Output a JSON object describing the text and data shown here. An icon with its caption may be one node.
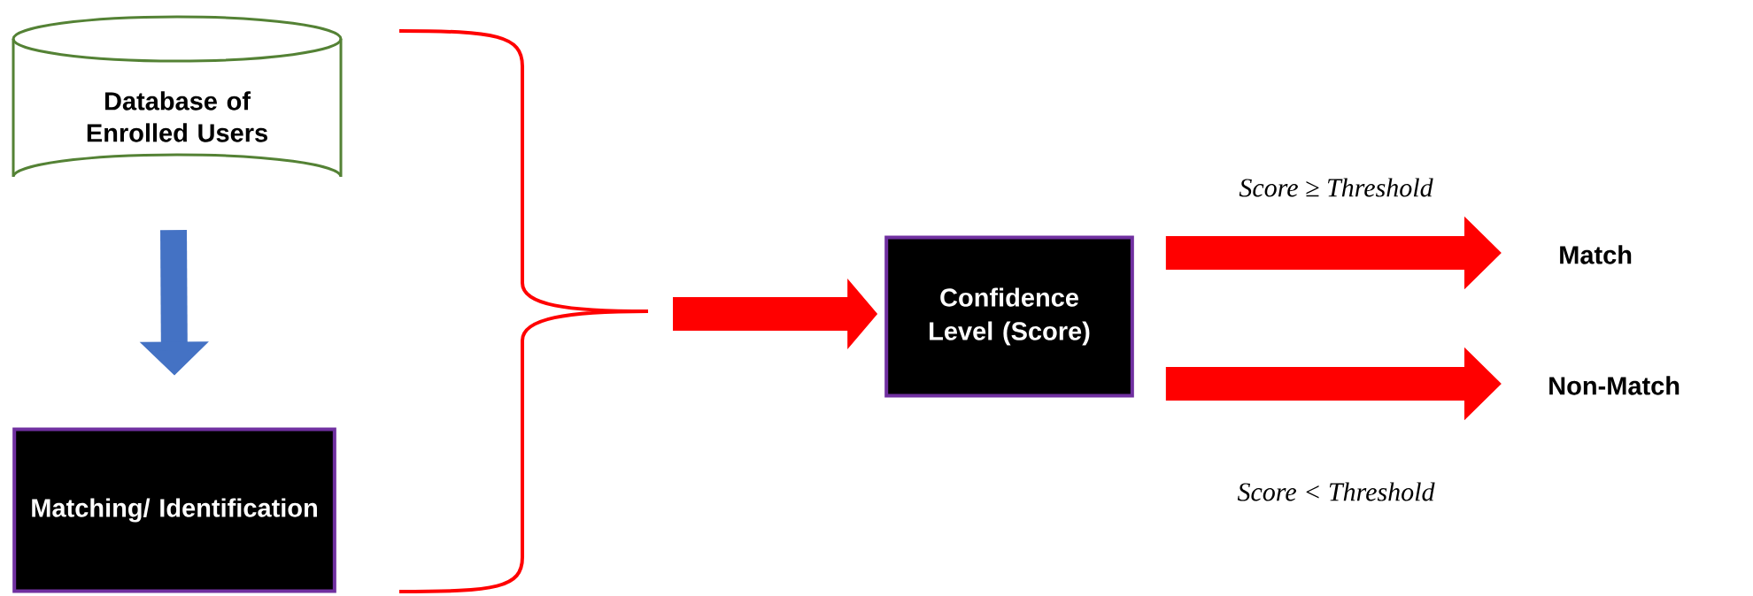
{
  "diagram": {
    "nodes": [
      {
        "text": [
          "Database of Enrolled Users"
        ]
      },
      {
        "text": [
          "Matching/ Identification"
        ]
      },
      {
        "text": [
          "Confidence Level (Score)"
        ]
      },
      {
        "text": [
          "Match"
        ]
      },
      {
        "text": [
          "Non-Match"
        ]
      }
    ],
    "edges": [
      {
        "from": 0,
        "to": 1,
        "arrow": "to",
        "color": "#4472c4"
      },
      {
        "from": null,
        "to": 2,
        "arrow": "to"
      },
      {
        "from": 2,
        "to": 3,
        "arrow": "to",
        "label": "Score ≥ Threshold"
      },
      {
        "from": 2,
        "to": 4,
        "arrow": "to",
        "label": "Score < Threshold"
      }
    ]
  }
}
